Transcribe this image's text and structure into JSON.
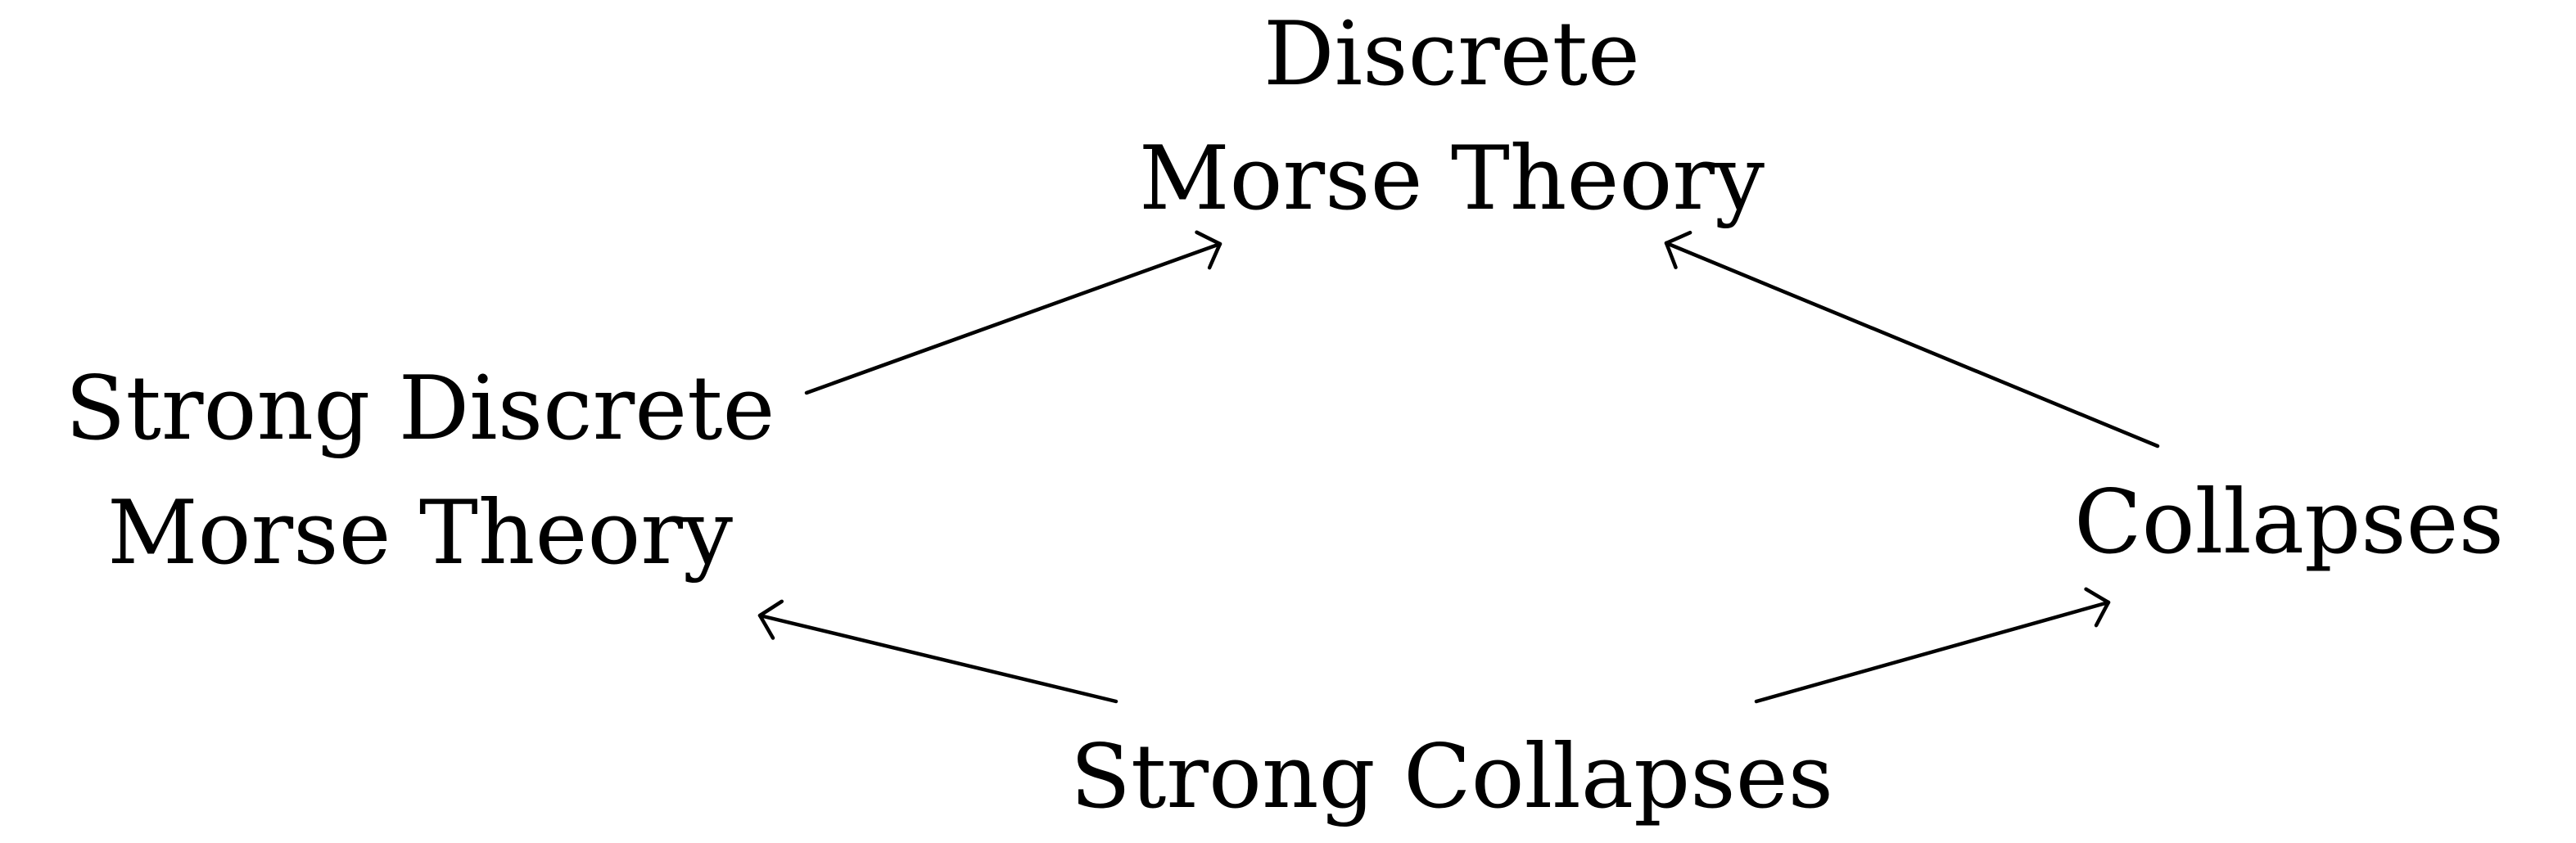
{
  "diagram": {
    "nodes": {
      "top": {
        "line1": "Discrete",
        "line2": "Morse Theory"
      },
      "left": {
        "line1": "Strong Discrete",
        "line2": "Morse Theory"
      },
      "right": {
        "line1": "Collapses"
      },
      "bottom": {
        "line1": "Strong Collapses"
      }
    },
    "edges": [
      {
        "from": "left",
        "to": "top"
      },
      {
        "from": "right",
        "to": "top"
      },
      {
        "from": "bottom",
        "to": "left"
      },
      {
        "from": "bottom",
        "to": "right"
      }
    ],
    "colors": {
      "ink": "#000000",
      "background": "#ffffff"
    }
  }
}
